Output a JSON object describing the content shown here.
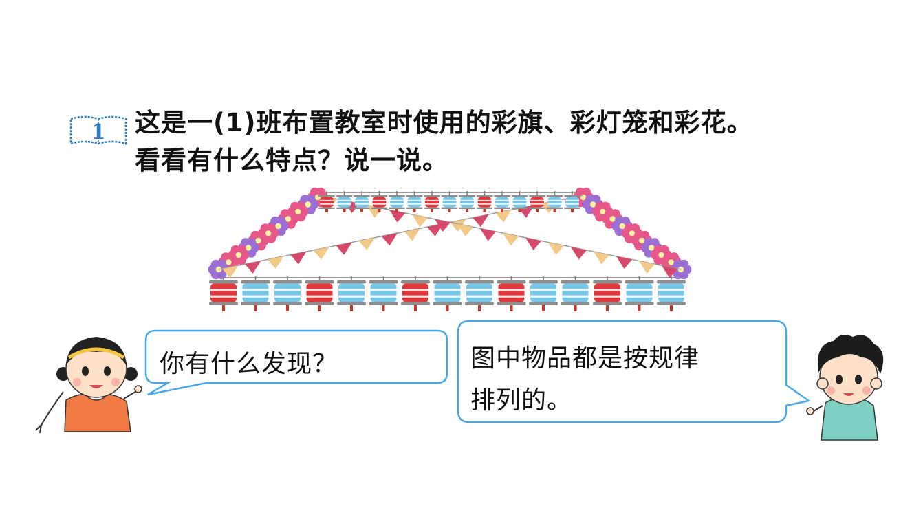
{
  "problem": {
    "number": "1",
    "line1": "这是一(1)班布置教室时使用的彩旗、彩灯笼和彩花。",
    "line2": "看看有什么特点？说一说。"
  },
  "decoration": {
    "top_lanterns": [
      "red",
      "blue",
      "blue",
      "red",
      "blue",
      "blue",
      "red",
      "blue",
      "blue",
      "red",
      "blue",
      "blue",
      "red",
      "blue",
      "blue"
    ],
    "bottom_lanterns": [
      "red",
      "blue",
      "blue",
      "red",
      "blue",
      "blue",
      "red",
      "blue",
      "blue",
      "red",
      "blue",
      "blue",
      "red",
      "blue",
      "blue"
    ],
    "flag_colors": [
      "#f2c987",
      "#d6496a"
    ],
    "flower_colors": [
      "#e8578a",
      "#9b6fd3"
    ],
    "lantern_red": "#e2373a",
    "lantern_blue": "#76c6ea"
  },
  "girl_bubble": {
    "text": "你有什么发现？"
  },
  "boy_bubble": {
    "line1": "图中物品都是按规律",
    "line2": "排列的。"
  },
  "colors": {
    "bubble_border": "#4aa8e6",
    "badge": "#2a7cc7"
  }
}
